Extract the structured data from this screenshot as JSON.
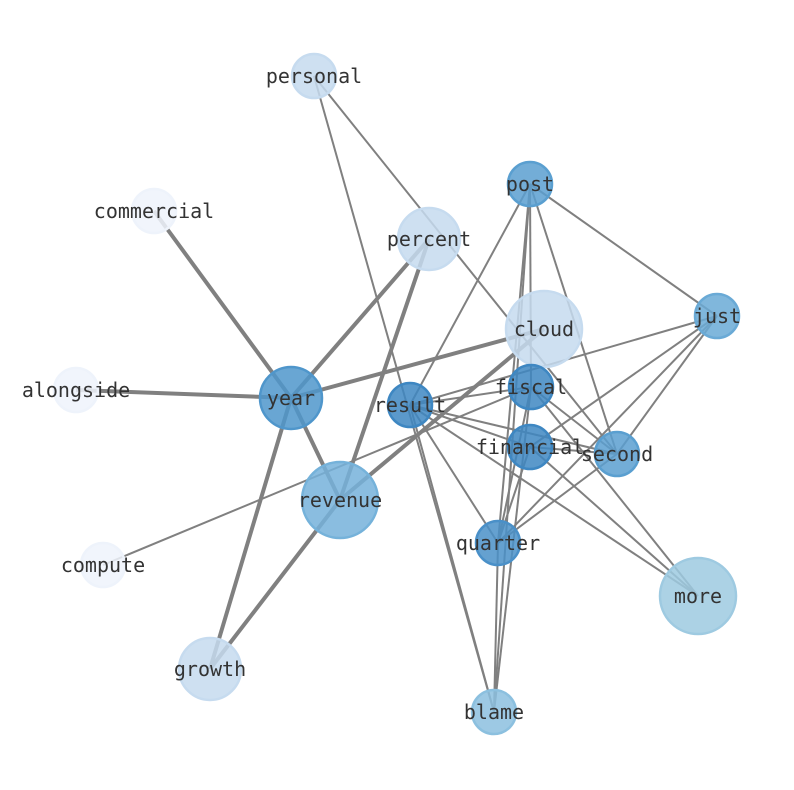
{
  "colors": {
    "edge": "#808080",
    "label": "#333333"
  },
  "nodes": [
    {
      "id": "personal",
      "label": "personal",
      "weight": 0.25,
      "size": 1,
      "color": "#c6dbef"
    },
    {
      "id": "commercial",
      "label": "commercial",
      "weight": 0.1,
      "size": 1,
      "color": "#eef3fb"
    },
    {
      "id": "percent",
      "label": "percent",
      "weight": 0.25,
      "size": 2,
      "color": "#c6dbef"
    },
    {
      "id": "post",
      "label": "post",
      "weight": 0.7,
      "size": 1,
      "color": "#5a9fd0"
    },
    {
      "id": "cloud",
      "label": "cloud",
      "weight": 0.25,
      "size": 3,
      "color": "#c6dbef"
    },
    {
      "id": "just",
      "label": "just",
      "weight": 0.6,
      "size": 1,
      "color": "#6aaad6"
    },
    {
      "id": "alongside",
      "label": "alongside",
      "weight": 0.1,
      "size": 1,
      "color": "#eef3fb"
    },
    {
      "id": "year",
      "label": "year",
      "weight": 0.75,
      "size": 2,
      "color": "#4f96cb"
    },
    {
      "id": "fiscal",
      "label": "fiscal",
      "weight": 0.85,
      "size": 1,
      "color": "#3e87c2"
    },
    {
      "id": "result",
      "label": "result",
      "weight": 0.85,
      "size": 1,
      "color": "#3e87c2"
    },
    {
      "id": "financial",
      "label": "financial",
      "weight": 0.85,
      "size": 1,
      "color": "#3e87c2"
    },
    {
      "id": "second",
      "label": "second",
      "weight": 0.7,
      "size": 1,
      "color": "#5a9fd0"
    },
    {
      "id": "revenue",
      "label": "revenue",
      "weight": 0.55,
      "size": 3,
      "color": "#75b2da"
    },
    {
      "id": "compute",
      "label": "compute",
      "weight": 0.1,
      "size": 1,
      "color": "#eef3fb"
    },
    {
      "id": "quarter",
      "label": "quarter",
      "weight": 0.8,
      "size": 1,
      "color": "#4a90c8"
    },
    {
      "id": "more",
      "label": "more",
      "weight": 0.4,
      "size": 3,
      "color": "#9ecae1"
    },
    {
      "id": "growth",
      "label": "growth",
      "weight": 0.25,
      "size": 2,
      "color": "#c6dbef"
    },
    {
      "id": "blame",
      "label": "blame",
      "weight": 0.5,
      "size": 1,
      "color": "#8cc0df"
    }
  ],
  "edges": [
    [
      "commercial",
      "year",
      3
    ],
    [
      "alongside",
      "year",
      3
    ],
    [
      "year",
      "percent",
      3
    ],
    [
      "year",
      "cloud",
      3
    ],
    [
      "year",
      "revenue",
      3
    ],
    [
      "year",
      "growth",
      3
    ],
    [
      "percent",
      "revenue",
      3
    ],
    [
      "revenue",
      "growth",
      3
    ],
    [
      "revenue",
      "cloud",
      3
    ],
    [
      "personal",
      "second",
      1
    ],
    [
      "personal",
      "blame",
      1
    ],
    [
      "compute",
      "fiscal",
      1
    ],
    [
      "post",
      "result",
      1
    ],
    [
      "post",
      "quarter",
      1
    ],
    [
      "post",
      "fiscal",
      1
    ],
    [
      "post",
      "just",
      1
    ],
    [
      "post",
      "second",
      1
    ],
    [
      "post",
      "blame",
      1
    ],
    [
      "just",
      "result",
      1
    ],
    [
      "just",
      "financial",
      1
    ],
    [
      "just",
      "quarter",
      1
    ],
    [
      "just",
      "second",
      1
    ],
    [
      "result",
      "fiscal",
      1
    ],
    [
      "result",
      "second",
      1
    ],
    [
      "result",
      "more",
      1
    ],
    [
      "result",
      "quarter",
      1
    ],
    [
      "result",
      "blame",
      1
    ],
    [
      "result",
      "financial",
      1
    ],
    [
      "fiscal",
      "second",
      1
    ],
    [
      "fiscal",
      "more",
      1
    ],
    [
      "fiscal",
      "quarter",
      1
    ],
    [
      "fiscal",
      "blame",
      1
    ],
    [
      "financial",
      "more",
      1
    ],
    [
      "financial",
      "second",
      1
    ],
    [
      "financial",
      "quarter",
      1
    ],
    [
      "second",
      "quarter",
      1
    ],
    [
      "quarter",
      "blame",
      1
    ]
  ]
}
